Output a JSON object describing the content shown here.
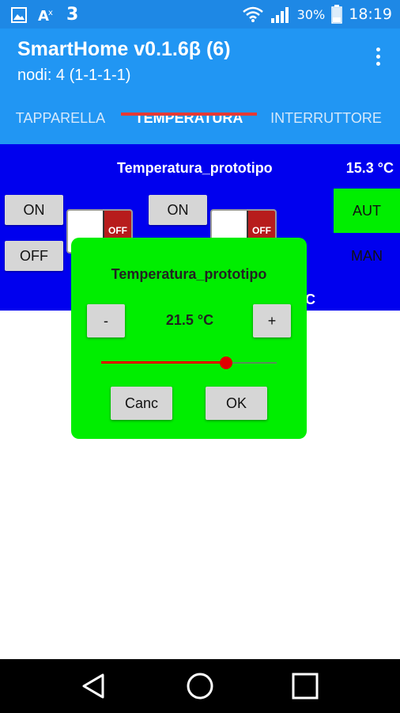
{
  "status_bar": {
    "network": "3",
    "battery_percent": "30%",
    "time": "18:19"
  },
  "app_bar": {
    "title": "SmartHome v0.1.6β (6)",
    "subtitle": "nodi: 4 (1-1-1-1)"
  },
  "tabs": [
    {
      "label": "TAPPARELLA"
    },
    {
      "label": "TEMPERATURA"
    },
    {
      "label": "INTERRUTTORE"
    }
  ],
  "panel": {
    "title": "Temperatura_prototipo",
    "current_temp": "15.3 °C",
    "on_label": "ON",
    "off_label": "OFF",
    "switch_state": "OFF",
    "mode_aut": "AUT",
    "mode_man": "MAN",
    "partial_unit": "C",
    "colors": {
      "background": "#0000ee",
      "aut_active": "#00ee00"
    }
  },
  "dialog": {
    "title": "Temperatura_prototipo",
    "minus_label": "-",
    "plus_label": "+",
    "value": "21.5 °C",
    "slider_fraction": 0.71,
    "cancel_label": "Canc",
    "ok_label": "OK",
    "colors": {
      "background": "#00ee00",
      "slider": "#e00000"
    }
  },
  "icons": {
    "status_left": [
      "gallery-icon",
      "translate-icon",
      "network-3-icon"
    ],
    "status_right": [
      "wifi-icon",
      "signal-icon",
      "battery-icon"
    ],
    "app_bar": "overflow-menu-icon",
    "nav": [
      "back-icon",
      "home-icon",
      "recents-icon"
    ]
  }
}
